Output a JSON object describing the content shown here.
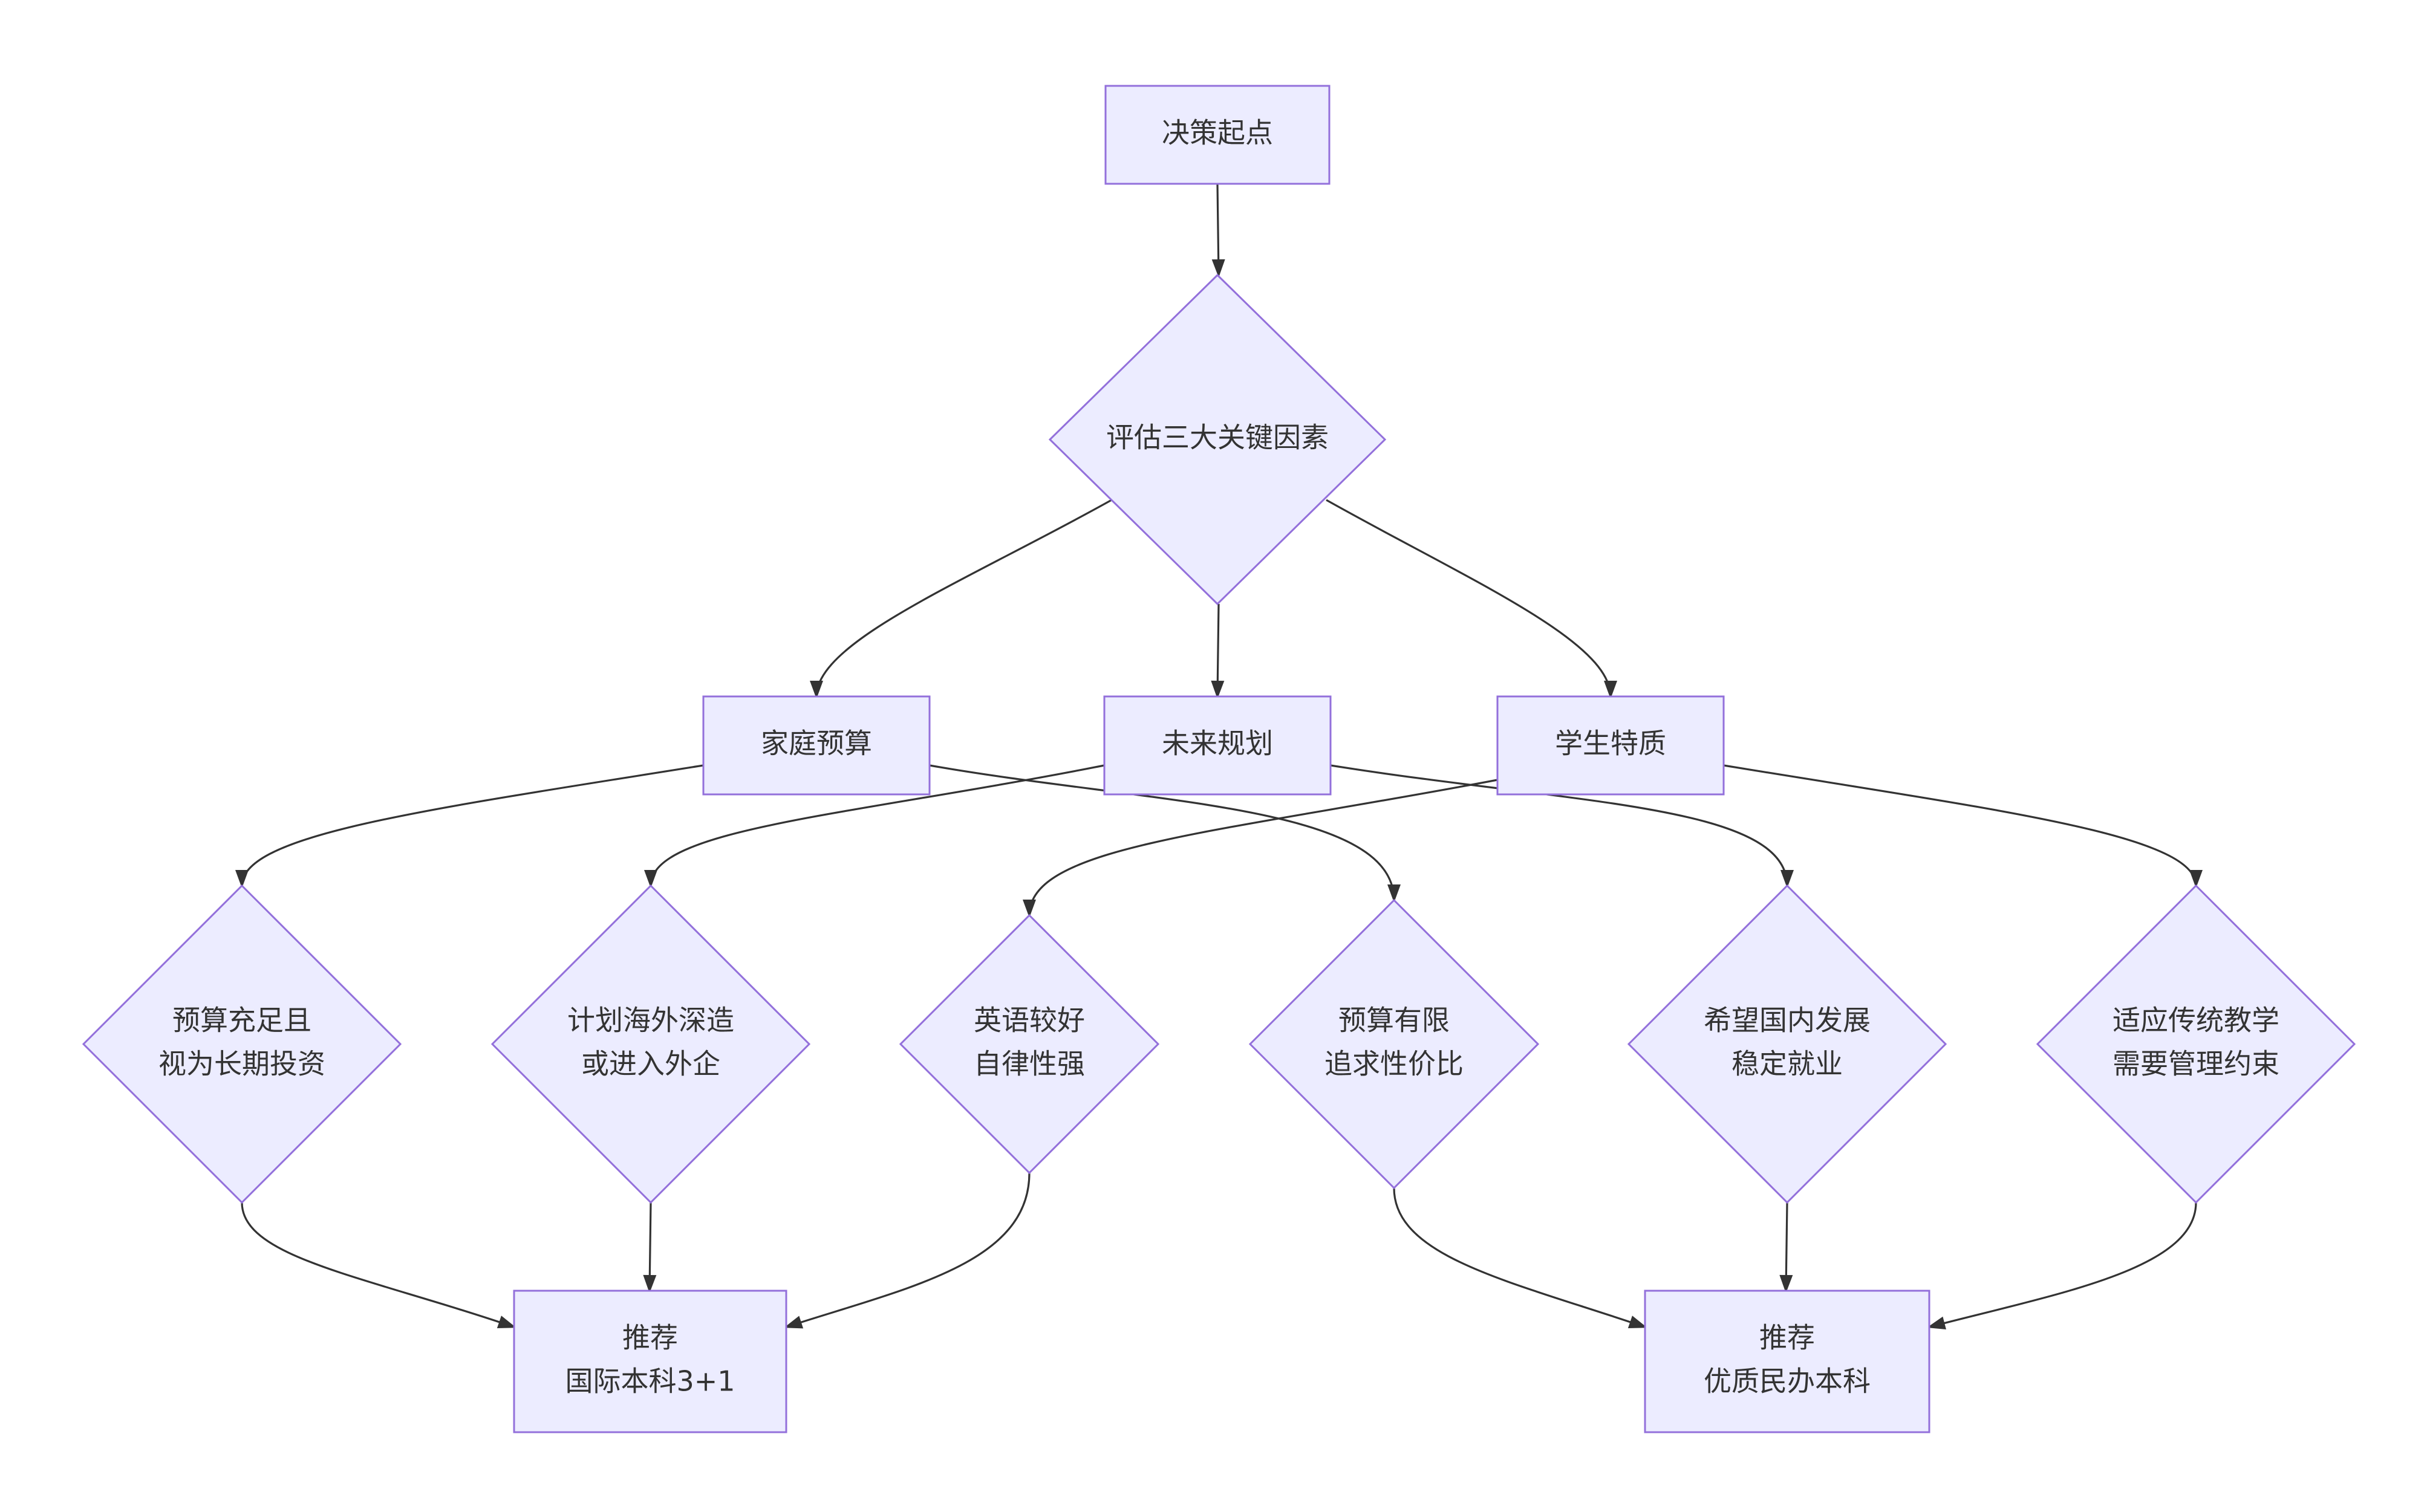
{
  "colors": {
    "node_fill": "#ECECFF",
    "node_stroke": "#9370DB",
    "edge": "#333333",
    "text": "#333333",
    "background": "#FFFFFF"
  },
  "nodes": {
    "start": {
      "lines": [
        "决策起点"
      ]
    },
    "evaluate": {
      "lines": [
        "评估三大关键因素"
      ]
    },
    "budget": {
      "lines": [
        "家庭预算"
      ]
    },
    "plan": {
      "lines": [
        "未来规划"
      ]
    },
    "traits": {
      "lines": [
        "学生特质"
      ]
    },
    "budget_ample": {
      "lines": [
        "预算充足且",
        "视为长期投资"
      ]
    },
    "plan_abroad": {
      "lines": [
        "计划海外深造",
        "或进入外企"
      ]
    },
    "english_good": {
      "lines": [
        "英语较好",
        "自律性强"
      ]
    },
    "budget_limited": {
      "lines": [
        "预算有限",
        "追求性价比"
      ]
    },
    "domestic_dev": {
      "lines": [
        "希望国内发展",
        "稳定就业"
      ]
    },
    "traditional": {
      "lines": [
        "适应传统教学",
        "需要管理约束"
      ]
    },
    "rec_intl": {
      "lines": [
        "推荐",
        "国际本科3+1"
      ]
    },
    "rec_private": {
      "lines": [
        "推荐",
        "优质民办本科"
      ]
    }
  },
  "edges": [
    {
      "from": "start",
      "to": "evaluate"
    },
    {
      "from": "evaluate",
      "to": "budget"
    },
    {
      "from": "evaluate",
      "to": "plan"
    },
    {
      "from": "evaluate",
      "to": "traits"
    },
    {
      "from": "budget",
      "to": "budget_ample"
    },
    {
      "from": "budget",
      "to": "budget_limited"
    },
    {
      "from": "plan",
      "to": "plan_abroad"
    },
    {
      "from": "plan",
      "to": "domestic_dev"
    },
    {
      "from": "traits",
      "to": "english_good"
    },
    {
      "from": "traits",
      "to": "traditional"
    },
    {
      "from": "budget_ample",
      "to": "rec_intl"
    },
    {
      "from": "plan_abroad",
      "to": "rec_intl"
    },
    {
      "from": "english_good",
      "to": "rec_intl"
    },
    {
      "from": "budget_limited",
      "to": "rec_private"
    },
    {
      "from": "domestic_dev",
      "to": "rec_private"
    },
    {
      "from": "traditional",
      "to": "rec_private"
    }
  ]
}
